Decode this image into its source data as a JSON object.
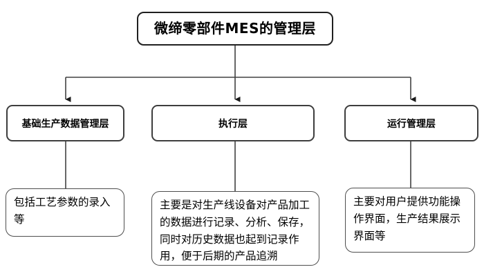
{
  "diagram": {
    "title_box": {
      "label": "微缔零部件MES的管理层"
    },
    "columns": [
      {
        "header": "基础生产数据管理层",
        "description": "包括工艺参数的录入等"
      },
      {
        "header": "执行层",
        "description": "主要是对生产线设备对产品加工的数据进行记录、分析、保存，同时对历史数据也起到记录作用，便于后期的产品追溯"
      },
      {
        "header": "运行管理层",
        "description": "主要对用户提供功能操作界面，生产结果展示界面等"
      }
    ],
    "colors": {
      "box_border": "#3d3d3d",
      "title_border": "#1f1f1f",
      "connector": "#404040",
      "arrowhead": "#1a1a1a",
      "background": "#ffffff",
      "text": "#000000"
    }
  }
}
